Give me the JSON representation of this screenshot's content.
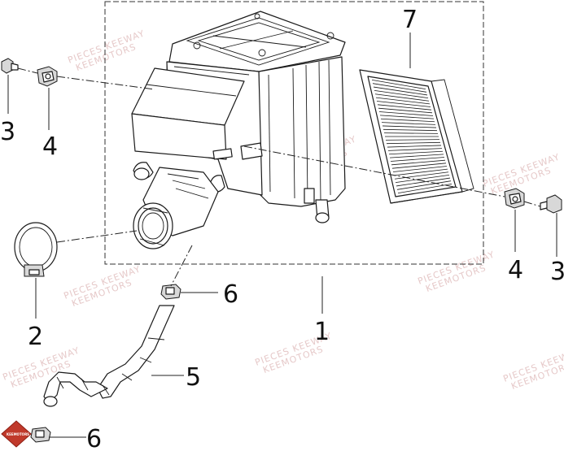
{
  "callouts": {
    "c1": "1",
    "c2": "2",
    "c3_left": "3",
    "c3_right": "3",
    "c4_left": "4",
    "c4_right": "4",
    "c5": "5",
    "c6_top": "6",
    "c6_bottom": "6",
    "c7": "7"
  },
  "watermark": {
    "line1": "PIECES KEEWAY",
    "line2": "KEEMOTORS",
    "logo": "KEEMOTORS"
  },
  "colors": {
    "line": "#1a1a1a",
    "watermark": "#e6c9c9",
    "logo": "#c0392b"
  }
}
